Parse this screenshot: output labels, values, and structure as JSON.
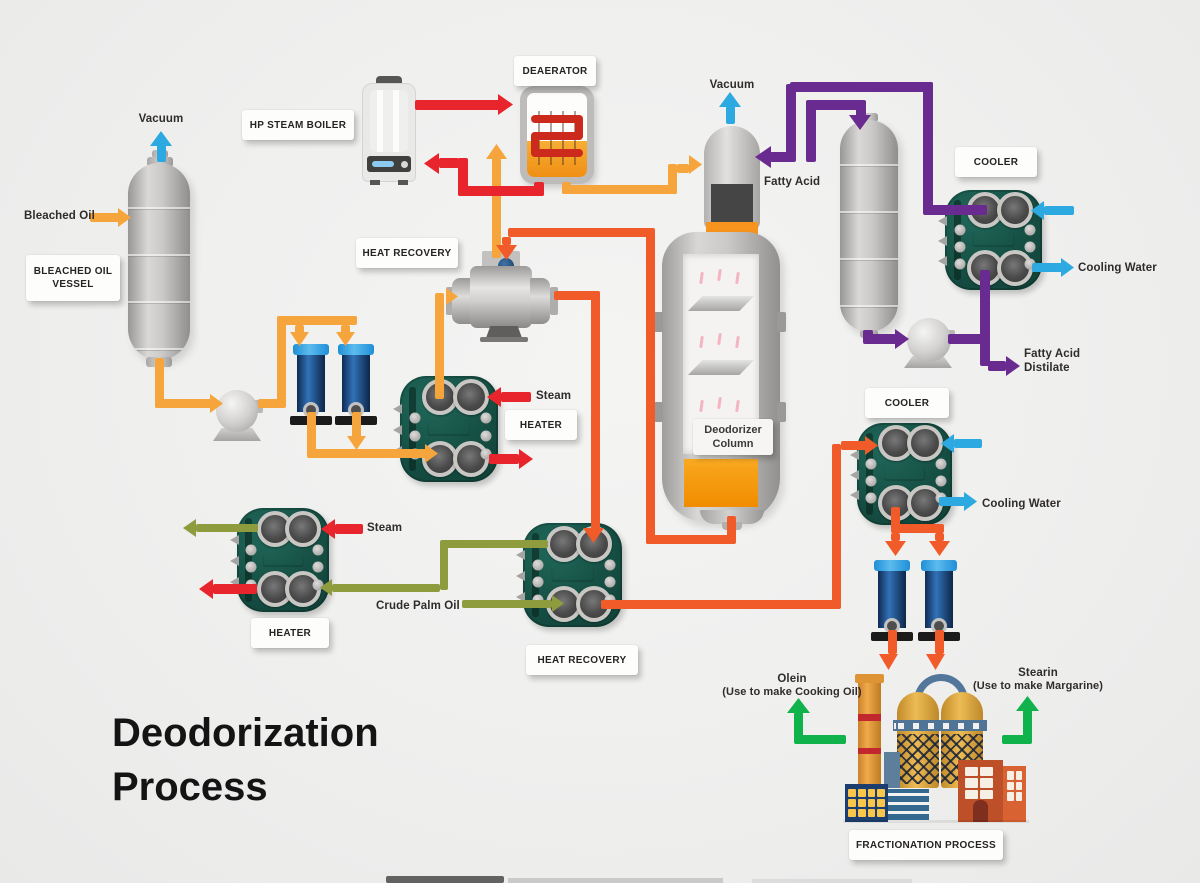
{
  "title": {
    "line1": "Deodorization",
    "line2": "Process"
  },
  "labels": {
    "bleached_oil_vessel": "BLEACHED OIL VESSEL",
    "hp_steam_boiler": "HP STEAM BOILER",
    "deaerator": "DEAERATOR",
    "heat_recovery_top": "HEAT RECOVERY",
    "heater_center": "HEATER",
    "heater_left": "HEATER",
    "heat_recovery_center": "HEAT RECOVERY",
    "cooler_top": "COOLER",
    "cooler_mid": "COOLER",
    "deodorizer_column": "Deodorizer Column",
    "fractionation_process": "FRACTIONATION PROCESS"
  },
  "streams": {
    "vacuum_left": "Vacuum",
    "vacuum_column": "Vacuum",
    "bleached_oil": "Bleached Oil",
    "steam_center": "Steam",
    "steam_left": "Steam",
    "crude_palm_oil": "Crude Palm Oil",
    "fatty_acid": "Fatty Acid",
    "fatty_acid_distilate": "Fatty Acid Distilate",
    "cooling_water_top": "Cooling Water",
    "cooling_water_mid": "Cooling Water",
    "olein": "Olein",
    "olein_note": "(Use to make Cooking Oil)",
    "stearin": "Stearin",
    "stearin_note": "(Use to make Margarine)"
  },
  "colors": {
    "background": "#EFEEED",
    "pipe_oil_yellow": "#F6A43C",
    "pipe_hot_oil_orange": "#F15A29",
    "pipe_steam_red": "#E8242C",
    "pipe_fatty_acid_purple": "#692B8F",
    "pipe_water_blue": "#2BA9E0",
    "pipe_product_green": "#10B24C",
    "pipe_crude_oil_olive": "#8E9C3D",
    "exchanger_teal": "#17564A",
    "vessel_gray": "#C6C6C6",
    "liquid_orange": "#F6941E"
  }
}
